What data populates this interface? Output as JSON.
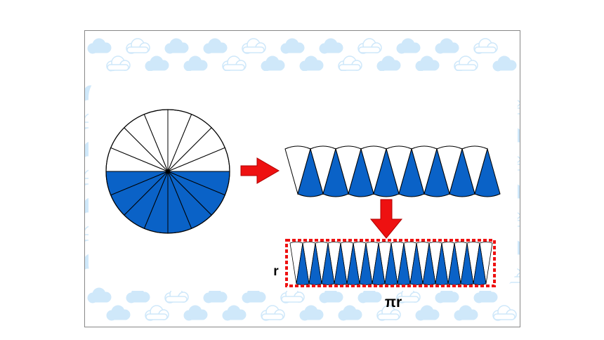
{
  "labels": {
    "radius": "r",
    "half_circumference": "πr"
  },
  "colors": {
    "fill_blue": "#0a62c7",
    "arrow_red": "#ee1111",
    "cloud_blue": "#cfe8fa",
    "outline": "#000000",
    "dashed_border": "#ee1111"
  },
  "sector_count": 16
}
